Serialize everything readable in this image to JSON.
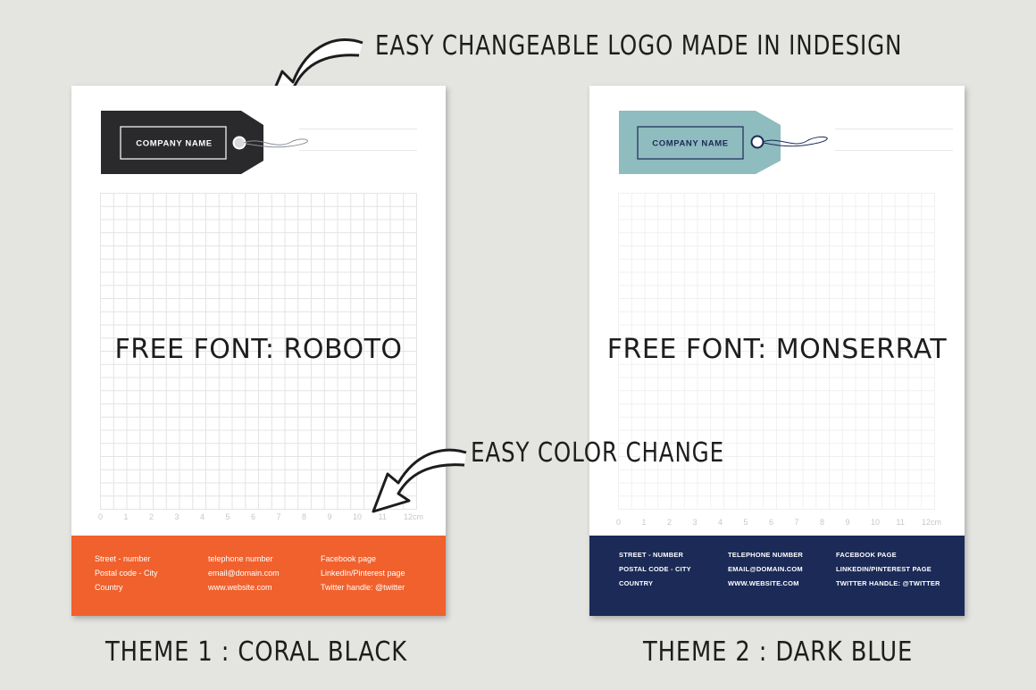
{
  "annotations": {
    "logo_note": "EASY CHANGEABLE LOGO MADE IN INDESIGN",
    "color_note": "EASY COLOR CHANGE"
  },
  "themes": [
    {
      "caption": "THEME 1 : CORAL BLACK",
      "font_label": "FREE FONT: ROBOTO",
      "company_name": "COMPANY NAME",
      "tag_color": "#2a2a2c",
      "footer_color": "#f0612d",
      "ruler": [
        "0",
        "1",
        "2",
        "3",
        "4",
        "5",
        "6",
        "7",
        "8",
        "9",
        "10",
        "11",
        "12cm"
      ],
      "footer": {
        "col1": [
          "Street - number",
          "Postal code - City",
          "Country"
        ],
        "col2": [
          "telephone number",
          "email@domain.com",
          "www.website.com"
        ],
        "col3": [
          "Facebook page",
          "LinkedIn/Pinterest page",
          "Twitter handle: @twitter"
        ]
      }
    },
    {
      "caption": "THEME 2 : DARK BLUE",
      "font_label": "FREE FONT: MONSERRAT",
      "company_name": "COMPANY NAME",
      "tag_color": "#8fbcbf",
      "footer_color": "#1b2a57",
      "ruler": [
        "0",
        "1",
        "2",
        "3",
        "4",
        "5",
        "6",
        "7",
        "8",
        "9",
        "10",
        "11",
        "12cm"
      ],
      "footer": {
        "col1": [
          "STREET - NUMBER",
          "POSTAL CODE - CITY",
          "COUNTRY"
        ],
        "col2": [
          "TELEPHONE NUMBER",
          "EMAIL@DOMAIN.COM",
          "WWW.WEBSITE.COM"
        ],
        "col3": [
          "FACEBOOK PAGE",
          "LINKEDIN/PINTEREST PAGE",
          "TWITTER HANDLE: @TWITTER"
        ]
      }
    }
  ]
}
